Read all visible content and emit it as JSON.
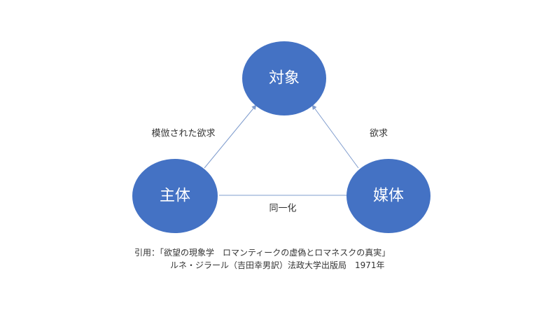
{
  "diagram": {
    "nodes": {
      "object": {
        "label": "対象"
      },
      "subject": {
        "label": "主体"
      },
      "mediator": {
        "label": "媒体"
      }
    },
    "edges": {
      "subject_to_object": {
        "label": "模倣された欲求"
      },
      "mediator_to_object": {
        "label": "欲求"
      },
      "subject_mediator": {
        "label": "同一化"
      }
    },
    "colors": {
      "node_fill": "#4472c4",
      "arrow": "#7f9ccd",
      "line": "#7f9ccd"
    }
  },
  "citation": {
    "line1": "引用：「欲望の現象学　ロマンティークの虚偽とロマネスクの真実」",
    "line2": "ルネ・ジラール（吉田幸男訳）法政大学出版局　1971年"
  }
}
